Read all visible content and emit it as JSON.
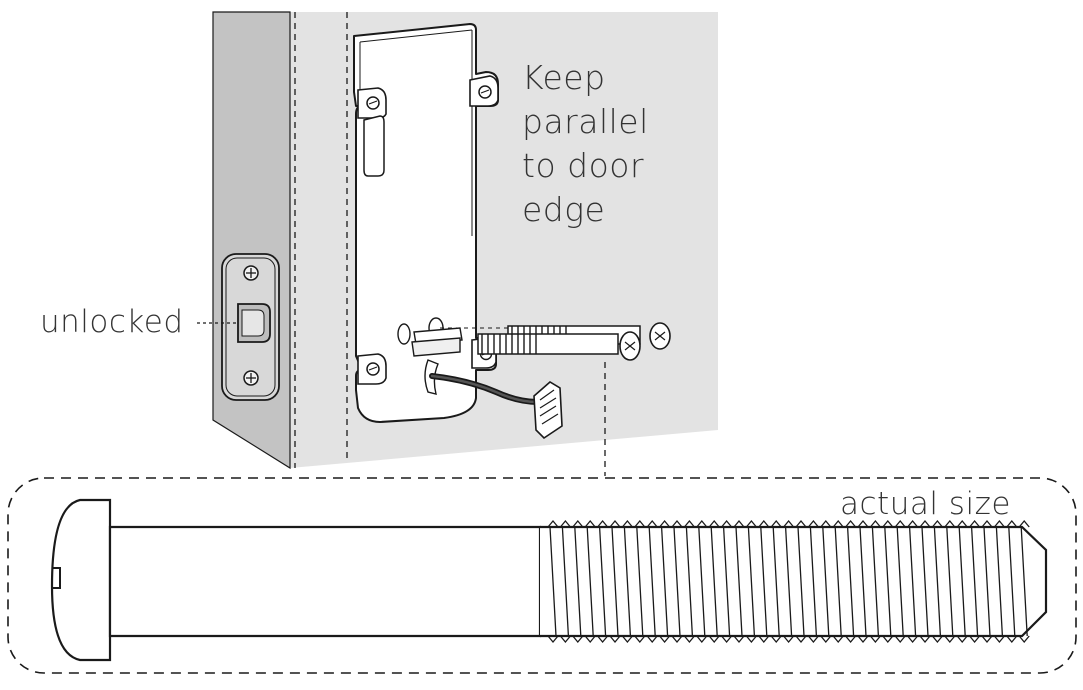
{
  "labels": {
    "keep_parallel": "Keep\nparallel\nto door\nedge",
    "unlocked": "unlocked",
    "actual_size": "actual size"
  },
  "colors": {
    "door_face": "#e3e3e3",
    "door_edge": "#c3c3c3",
    "strike_plate": "#d8d8d8",
    "line": "#1a1a1a",
    "text": "#333333",
    "background": "#ffffff"
  },
  "icons": [
    "screw-icon",
    "mounting-plate-icon",
    "cable-connector-icon",
    "latch-bolt-icon"
  ]
}
